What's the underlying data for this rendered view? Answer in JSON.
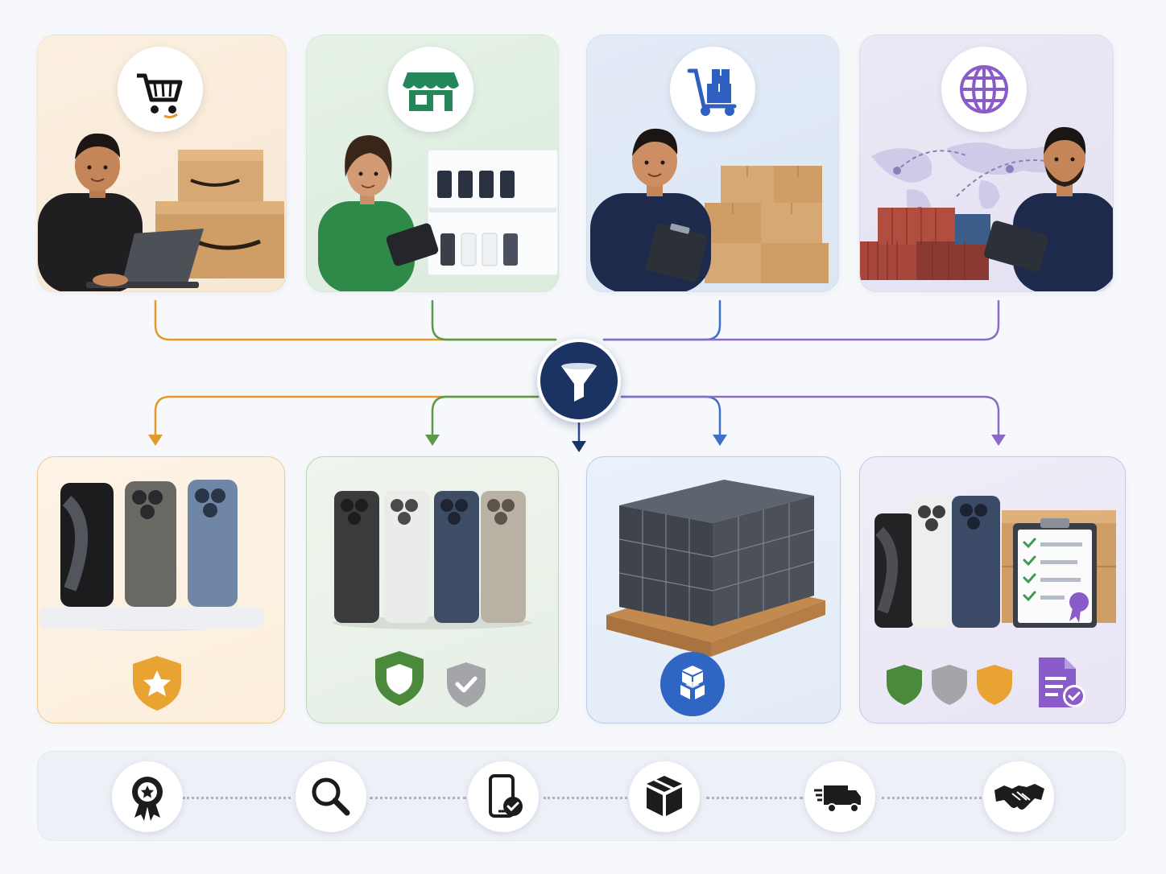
{
  "colors": {
    "amazon": "#e39a2d",
    "retail": "#5b9a4a",
    "wholesale": "#3f6fc6",
    "global": "#8a6cc7",
    "hub": "#1a3363",
    "connector_gray": "#a9b2c3"
  },
  "channels": [
    {
      "name": "amazon-seller",
      "icon": "shopping-cart-icon",
      "accent": "#e39a2d"
    },
    {
      "name": "retail-store",
      "icon": "storefront-icon",
      "accent": "#2f8a5a"
    },
    {
      "name": "wholesale-distributor",
      "icon": "hand-truck-icon",
      "accent": "#2f5fc0"
    },
    {
      "name": "global-exporter",
      "icon": "globe-icon",
      "accent": "#8a5cc9"
    }
  ],
  "hub": {
    "icon": "funnel-icon"
  },
  "outputs": [
    {
      "name": "premium-single",
      "badges": [
        "gold-star-shield-icon"
      ]
    },
    {
      "name": "graded-lot",
      "badges": [
        "green-shield-icon",
        "gray-check-shield-icon"
      ]
    },
    {
      "name": "bulk-pallet",
      "badges": [
        "boxes-badge-icon"
      ]
    },
    {
      "name": "certified-export",
      "badges": [
        "green-shield-icon",
        "gray-shield-icon",
        "orange-shield-icon",
        "certificate-document-icon"
      ]
    }
  ],
  "process_steps": [
    {
      "icon": "award-ribbon-icon"
    },
    {
      "icon": "magnifier-icon"
    },
    {
      "icon": "phone-check-icon"
    },
    {
      "icon": "package-box-icon"
    },
    {
      "icon": "delivery-truck-icon"
    },
    {
      "icon": "handshake-icon"
    }
  ]
}
